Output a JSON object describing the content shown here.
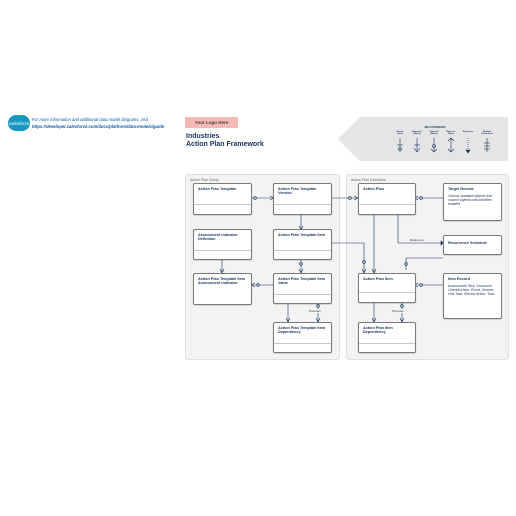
{
  "header": {
    "logo_text": "salesforce",
    "info_line1": "For more information and additional data model diagrams, visit",
    "info_line2": "https://developer.salesforce.com/docs/platform/data-models/guide",
    "logo_placeholder": "Your Logo Here",
    "title_line1": "Industries",
    "title_line2": "Action Plan Framework"
  },
  "legend": {
    "title": "RELATIONSHIPS",
    "items": [
      "Parent\n(One)",
      "Required\n(Many)",
      "Optional\n(Many)",
      "Many-to-\nMany",
      "Reference",
      "Multiple\nInheritance"
    ]
  },
  "panels": {
    "setup_label": "Action Plan Setup",
    "execution_label": "Action Plan Execution"
  },
  "entities": {
    "apt": "Action Plan Template",
    "aptv": "Action Plan Template Version",
    "aid": "Assessment Indicator Definition",
    "apti": "Action Plan Template Item",
    "aptiai": "Action Plan Template Item Assessment Indicator",
    "aptiv": "Action Plan Template Item Value",
    "aptid": "Action Plan Template Item Dependency",
    "ap": "Action Plan",
    "target": "Target Record",
    "target_note": "Various standard objects and custom objects with activities enabled",
    "recurrence": "Recurrence Schedule",
    "api": "Action Plan Item",
    "item_record": "Item Record",
    "item_note": "Assessment Task, Document Checklist Item, Event, Generic Visit Task, Record Action, Task",
    "apid": "Action Plan Item Dependency"
  },
  "relationship_labels": {
    "setup_previous": "Previous",
    "exec_previous": "Previous",
    "reference": "Reference"
  }
}
